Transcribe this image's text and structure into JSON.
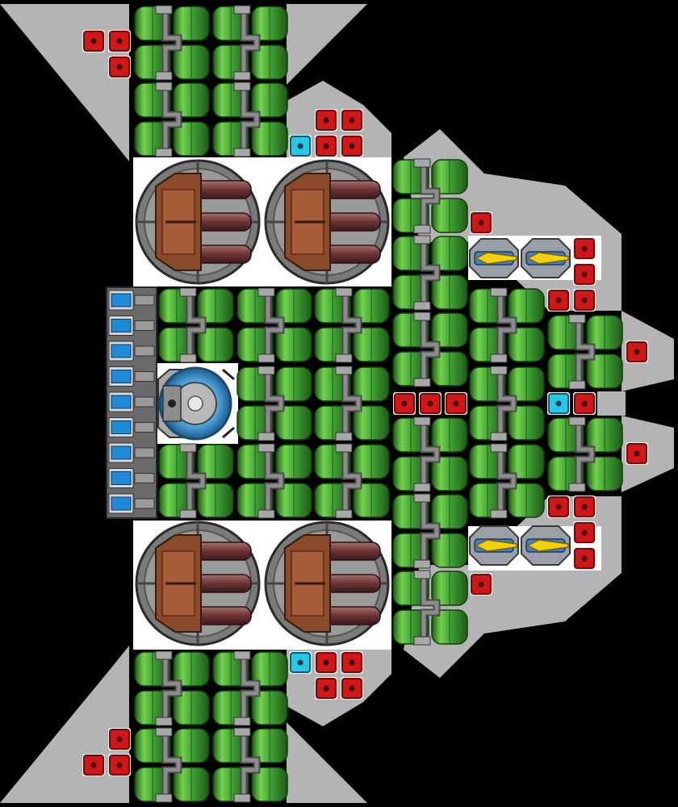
{
  "scene": {
    "view": "ship-designer-top-down",
    "background_color": "#000000",
    "hull_color": "#b4b4b4",
    "interior_color": "#ffffff"
  },
  "palette": {
    "tank_green": "#3f9e34",
    "tank_green_light": "#72d24f",
    "tank_green_dark": "#1e5a16",
    "pipe_gray": "#8c8c8c",
    "pipe_dark": "#4a4a4a",
    "armor_red": "#d11818",
    "armor_red_dark": "#6e0a0a",
    "sensor_cyan": "#25c8e8",
    "turret_brown": "#8a4a2c",
    "barrel_maroon": "#6a3434",
    "reactor_blue": "#56aee6",
    "thruster_yellow": "#f2d010",
    "battery_blue": "#1e8ad8"
  },
  "modules": {
    "fuel_tank_icon": "fuel-tank-icon",
    "turret_icon": "triple-cannon-turret-icon",
    "armor_icon": "armor-block-icon",
    "sensor_icon": "sensor-node-icon",
    "engine_icon": "thruster-engine-icon",
    "reactor_icon": "reactor-core-icon",
    "battery_icon": "battery-cell-icon"
  },
  "counts": {
    "turrets": 4,
    "thrusters": 4,
    "reactor_cores": 1,
    "battery_cells": 9
  }
}
